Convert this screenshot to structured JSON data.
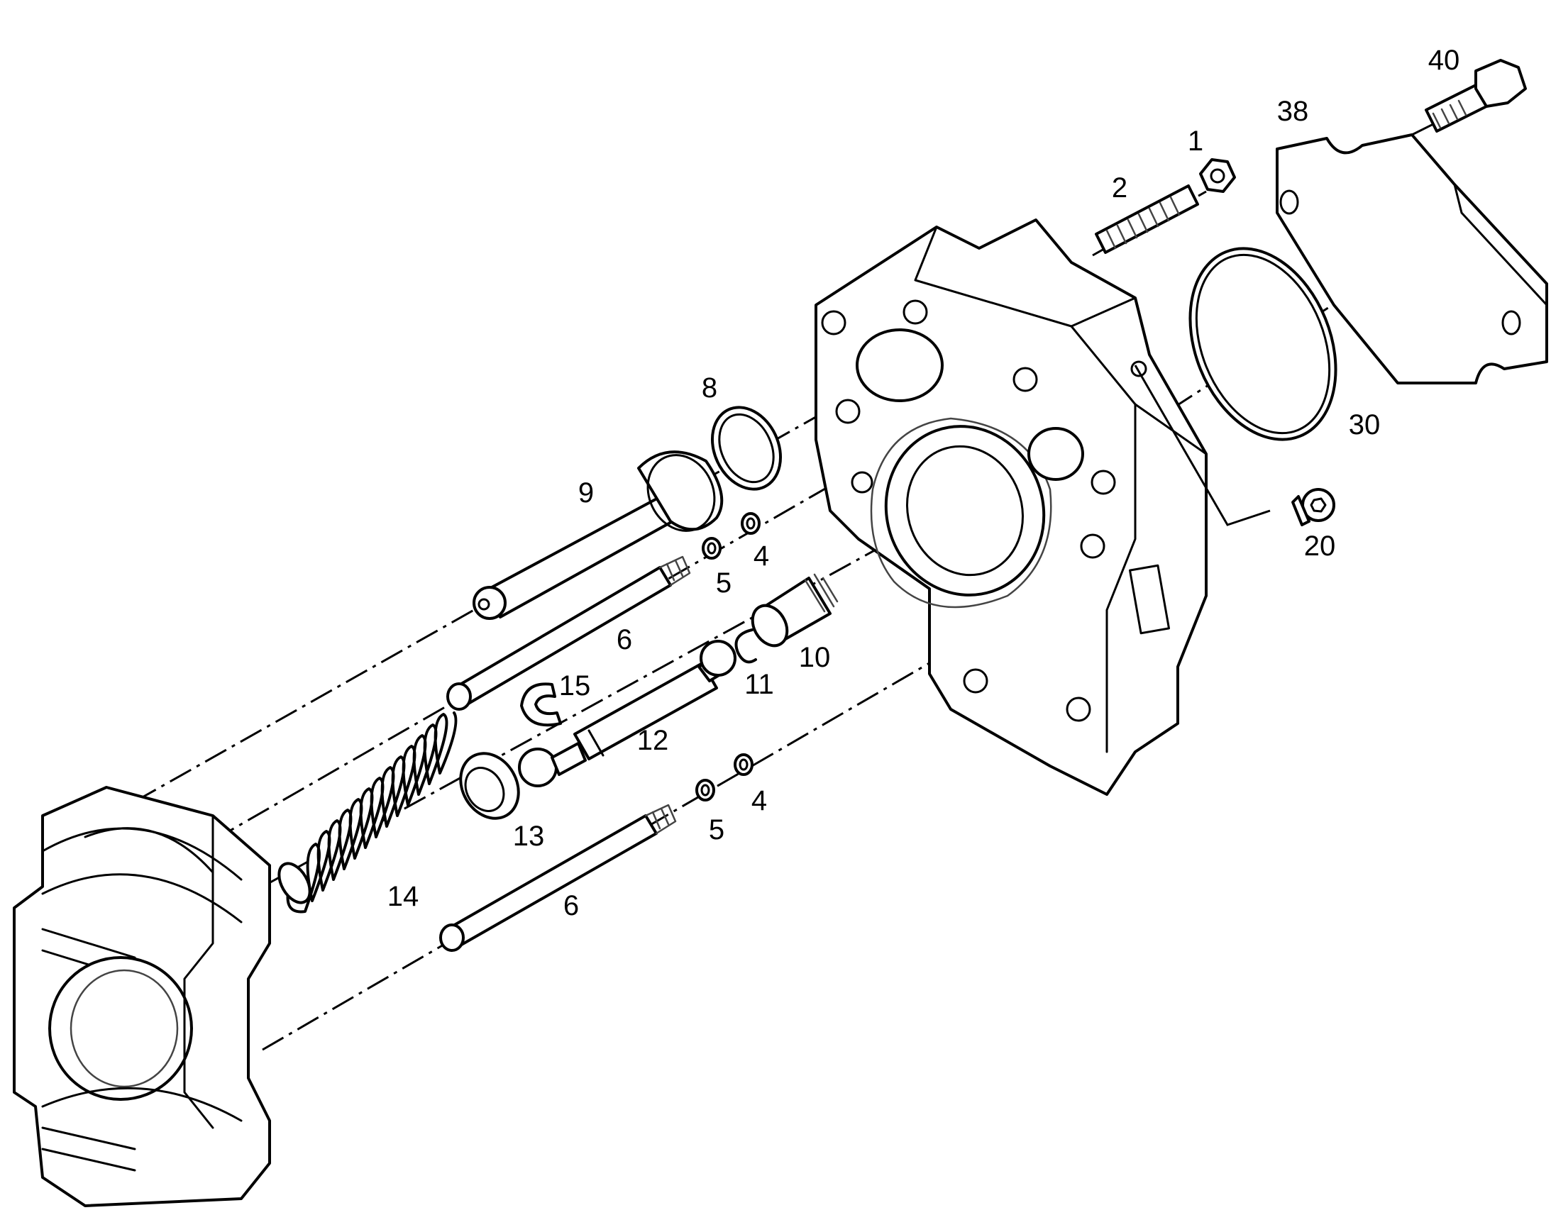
{
  "callouts": {
    "c1": "1",
    "c2": "2",
    "c4a": "4",
    "c4b": "4",
    "c5a": "5",
    "c5b": "5",
    "c6a": "6",
    "c6b": "6",
    "c8": "8",
    "c9": "9",
    "c10": "10",
    "c11": "11",
    "c12": "12",
    "c13": "13",
    "c14": "14",
    "c15": "15",
    "c20": "20",
    "c30": "30",
    "c38": "38",
    "c40": "40"
  },
  "colors": {
    "line": "#000000",
    "background": "#ffffff"
  }
}
